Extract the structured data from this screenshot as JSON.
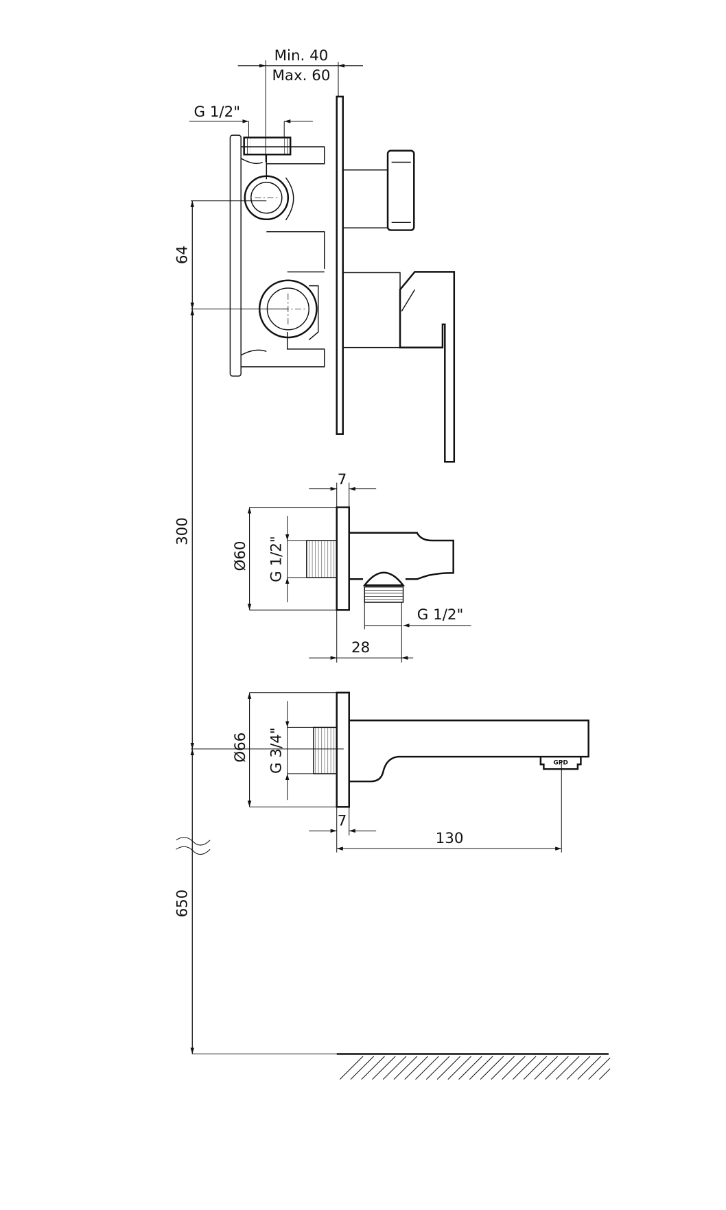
{
  "dimensions": {
    "min_depth": "Min. 40",
    "max_depth": "Max. 60",
    "top_inlet": "G 1/2\"",
    "outlet_spacing": "64",
    "outlet_to_spout": "300",
    "spout_to_floor": "650",
    "shower_flange_thickness": "7",
    "shower_flange_diameter": "Ø60",
    "shower_thread": "G 1/2\"",
    "shower_outlet_thread": "G 1/2\"",
    "shower_outlet_offset": "28",
    "spout_flange_diameter": "Ø66",
    "spout_thread": "G 3/4\"",
    "spout_flange_thickness": "7",
    "spout_projection": "130"
  },
  "aerator_mark": "GPD"
}
